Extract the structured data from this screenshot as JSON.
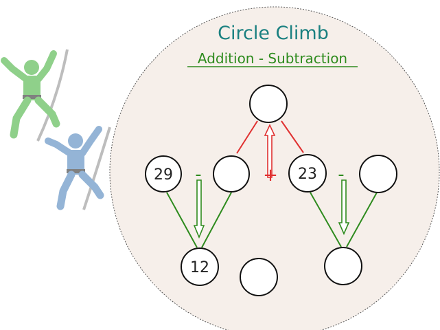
{
  "title": "Circle Climb",
  "subtitle": "Addition - Subtraction",
  "colors": {
    "title": "#1a8080",
    "subtitle": "#2e8b1e",
    "addition": "#e03030",
    "subtraction": "#2e8b1e",
    "climber_front": "#8fd08a",
    "climber_back": "#94b4d6",
    "board_fill": "#f6efea"
  },
  "puzzle": {
    "top": {
      "value": ""
    },
    "operator_top": "+",
    "left_group": {
      "operator": "-",
      "minuend": "29",
      "subtrahend": "",
      "difference": "12"
    },
    "right_group": {
      "operator": "-",
      "minuend": "23",
      "subtrahend": "",
      "difference": ""
    },
    "extra_circle": ""
  },
  "decorations": {
    "climber_icon_1": "climber-icon",
    "climber_icon_2": "climber-icon"
  }
}
